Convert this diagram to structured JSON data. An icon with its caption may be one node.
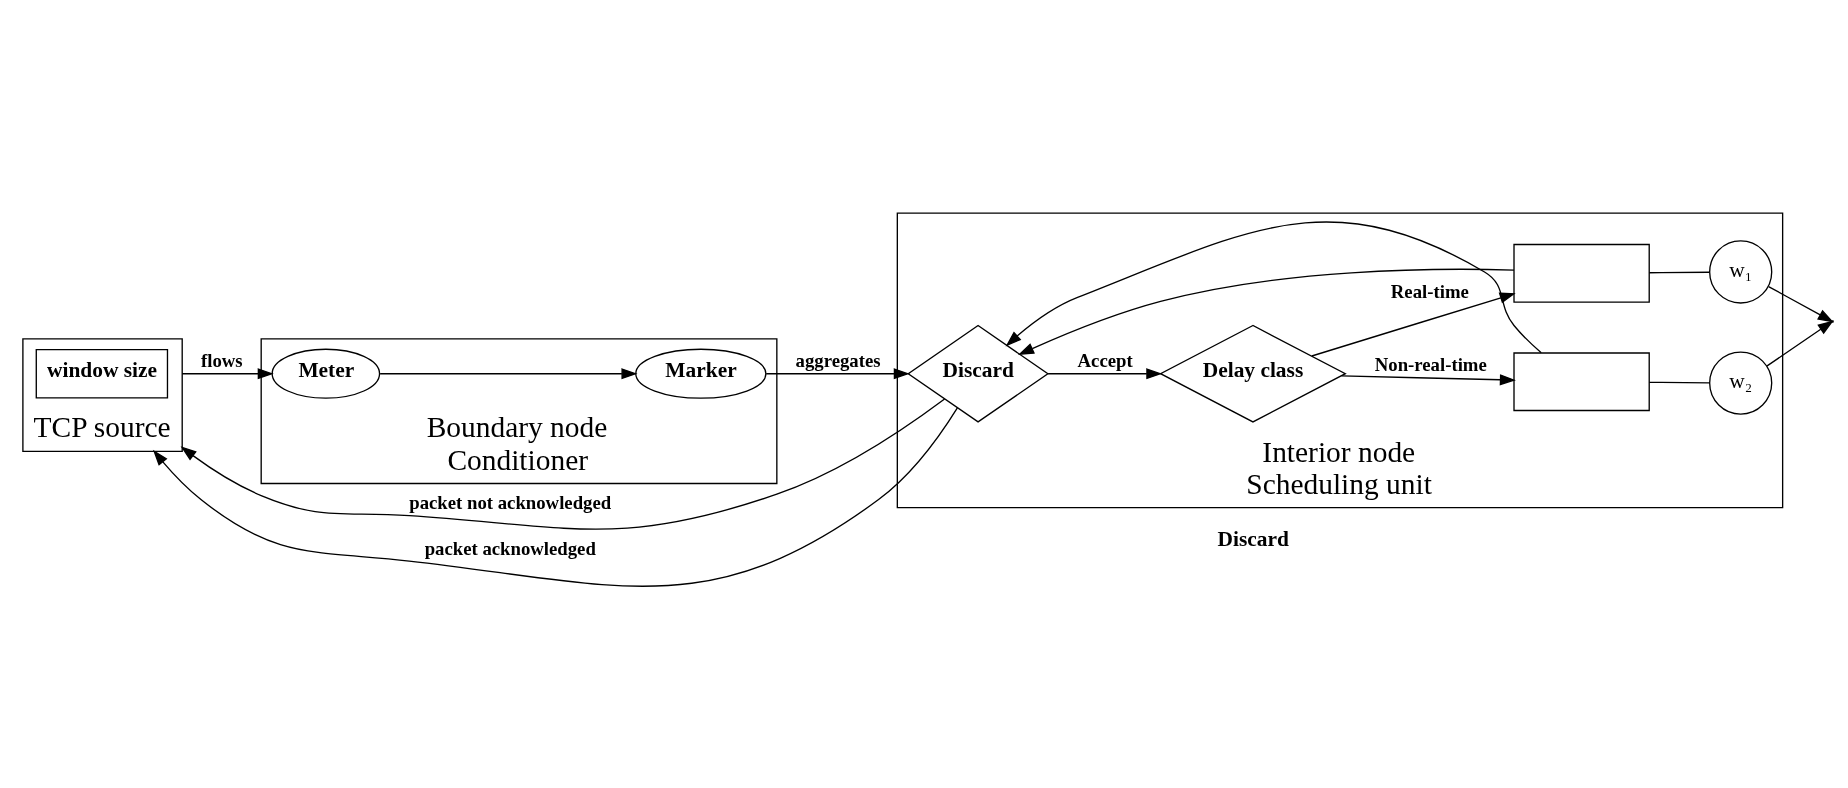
{
  "diagram": {
    "nodes": [
      {
        "text": [
          "TCP source"
        ]
      },
      {
        "text": [
          "window size"
        ],
        "in": 0
      },
      {
        "text": [
          "Boundary node",
          "Conditioner"
        ]
      },
      {
        "text": [
          "Meter"
        ],
        "in": 2
      },
      {
        "text": [
          "Marker"
        ],
        "in": 2
      },
      {
        "text": [
          "Interior node",
          "Scheduling unit"
        ]
      },
      {
        "text": [
          "Discard"
        ],
        "in": 5
      },
      {
        "text": [
          "Delay class"
        ],
        "in": 5
      },
      {
        "text": [],
        "shape": "box",
        "in": 5
      },
      {
        "text": [
          "w₁"
        ],
        "in": 5
      },
      {
        "text": [],
        "shape": "box",
        "in": 5
      },
      {
        "text": [
          "w₂"
        ],
        "in": 5
      }
    ],
    "edges": [
      {
        "from": 0,
        "to": 3,
        "arrow": "to",
        "label": "flows"
      },
      {
        "from": 3,
        "to": 4,
        "arrow": "to"
      },
      {
        "from": 4,
        "to": 6,
        "arrow": "to",
        "label": "aggregates"
      },
      {
        "from": 6,
        "to": 7,
        "arrow": "to",
        "label": "Accept"
      },
      {
        "from": 7,
        "to": 8,
        "arrow": "to",
        "label": "Real-time"
      },
      {
        "from": 7,
        "to": 10,
        "arrow": "to",
        "label": "Non-real-time"
      },
      {
        "from": 8,
        "to": 9,
        "arrow": "none"
      },
      {
        "from": 10,
        "to": 11,
        "arrow": "none"
      },
      {
        "from": 9,
        "to": null,
        "arrow": "to"
      },
      {
        "from": 11,
        "to": null,
        "arrow": "to"
      },
      {
        "from": 8,
        "to": 6,
        "arrow": "to"
      },
      {
        "from": 10,
        "to": 6,
        "arrow": "to"
      },
      {
        "from": 6,
        "to": 0,
        "arrow": "to",
        "label": "packet not acknowledged"
      },
      {
        "from": 6,
        "to": 0,
        "arrow": "to",
        "label": "packet acknowledged"
      }
    ],
    "labels": [
      "Discard"
    ]
  }
}
